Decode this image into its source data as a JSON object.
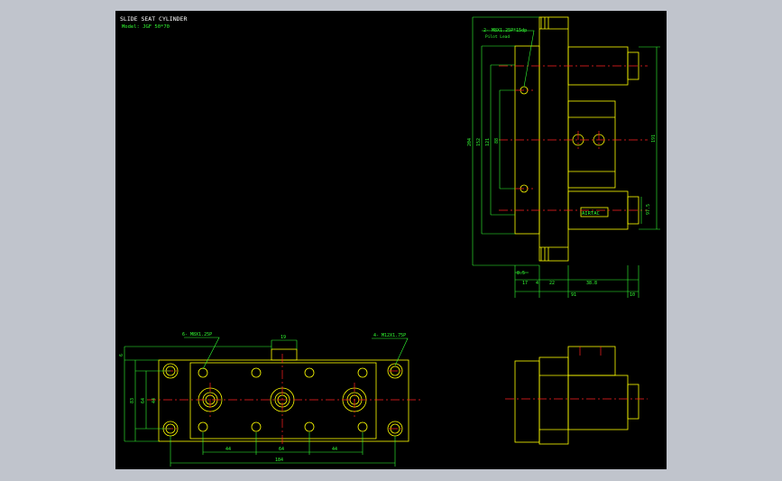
{
  "title_block": {
    "title": "SLIDE SEAT CYLINDER",
    "model": "Model: JGF 50*70"
  },
  "colors": {
    "canvas": "#c0c4cc",
    "background": "#000000",
    "outline": "#ffff00",
    "dimension": "#33ff33",
    "centerline": "#ff2020",
    "text": "#ffffff"
  },
  "side_view": {
    "callout_thread": "2- M8X1.25P*15dp",
    "callout_sub": "Pilot Lead",
    "dims": {
      "d204": "204",
      "d152": "152",
      "d121": "121",
      "d88": "88",
      "d191": "191",
      "d975": "97.5",
      "d85": "8.5",
      "d17": "17",
      "d4": "4",
      "d22": "22",
      "d388": "38.8",
      "d91": "91",
      "d10": "10"
    },
    "label_plate": "AIRTAC"
  },
  "bottom_view": {
    "callout_left": "6- M8X1.25P",
    "callout_right": "4- M12X1.75P",
    "dims": {
      "d19": "19",
      "d6": "6",
      "d83": "83",
      "d64": "64",
      "d44v": "44",
      "d44a": "44",
      "d64b": "64",
      "d44b": "44",
      "d184": "184"
    }
  }
}
